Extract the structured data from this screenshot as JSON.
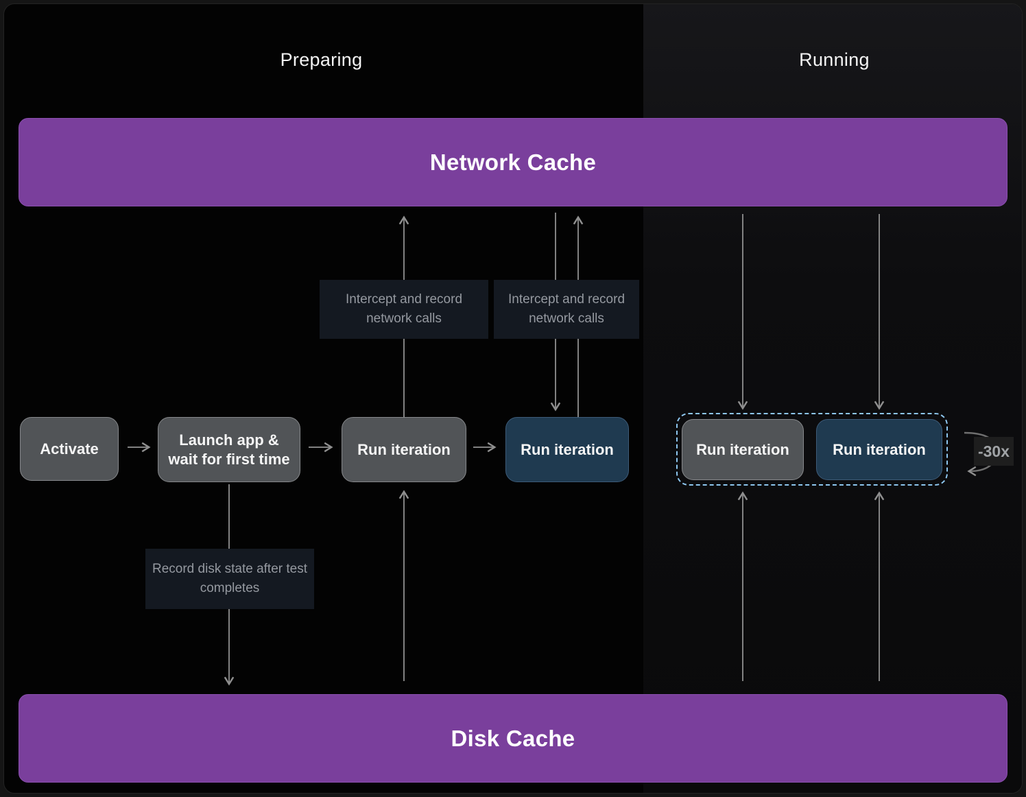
{
  "diagram": {
    "phases": [
      {
        "label": "Preparing"
      },
      {
        "label": "Running"
      }
    ],
    "cache_bars": {
      "network": "Network Cache",
      "disk": "Disk Cache"
    },
    "boxes": [
      {
        "label": "Activate",
        "variant": "gray"
      },
      {
        "label": "Launch app & wait for first time",
        "variant": "gray"
      },
      {
        "label": "Run iteration",
        "variant": "gray"
      },
      {
        "label": "Run iteration",
        "variant": "blue"
      },
      {
        "label": "Run iteration",
        "variant": "gray"
      },
      {
        "label": "Run iteration",
        "variant": "blue"
      }
    ],
    "annotations": {
      "intercept_1": "Intercept and record network calls",
      "intercept_2": "Intercept and record network calls",
      "record_disk": "Record disk state after test completes",
      "loop_count": "-30x"
    },
    "colors": {
      "cache_bar_purple": "#7a3f9c",
      "gray_box": "#515457",
      "blue_box": "#1f3a50",
      "dashed_highlight": "#8ec7f0",
      "arrow_gray": "#8f8f8f",
      "note_background": "#141921",
      "note_text": "#9599a0"
    }
  }
}
